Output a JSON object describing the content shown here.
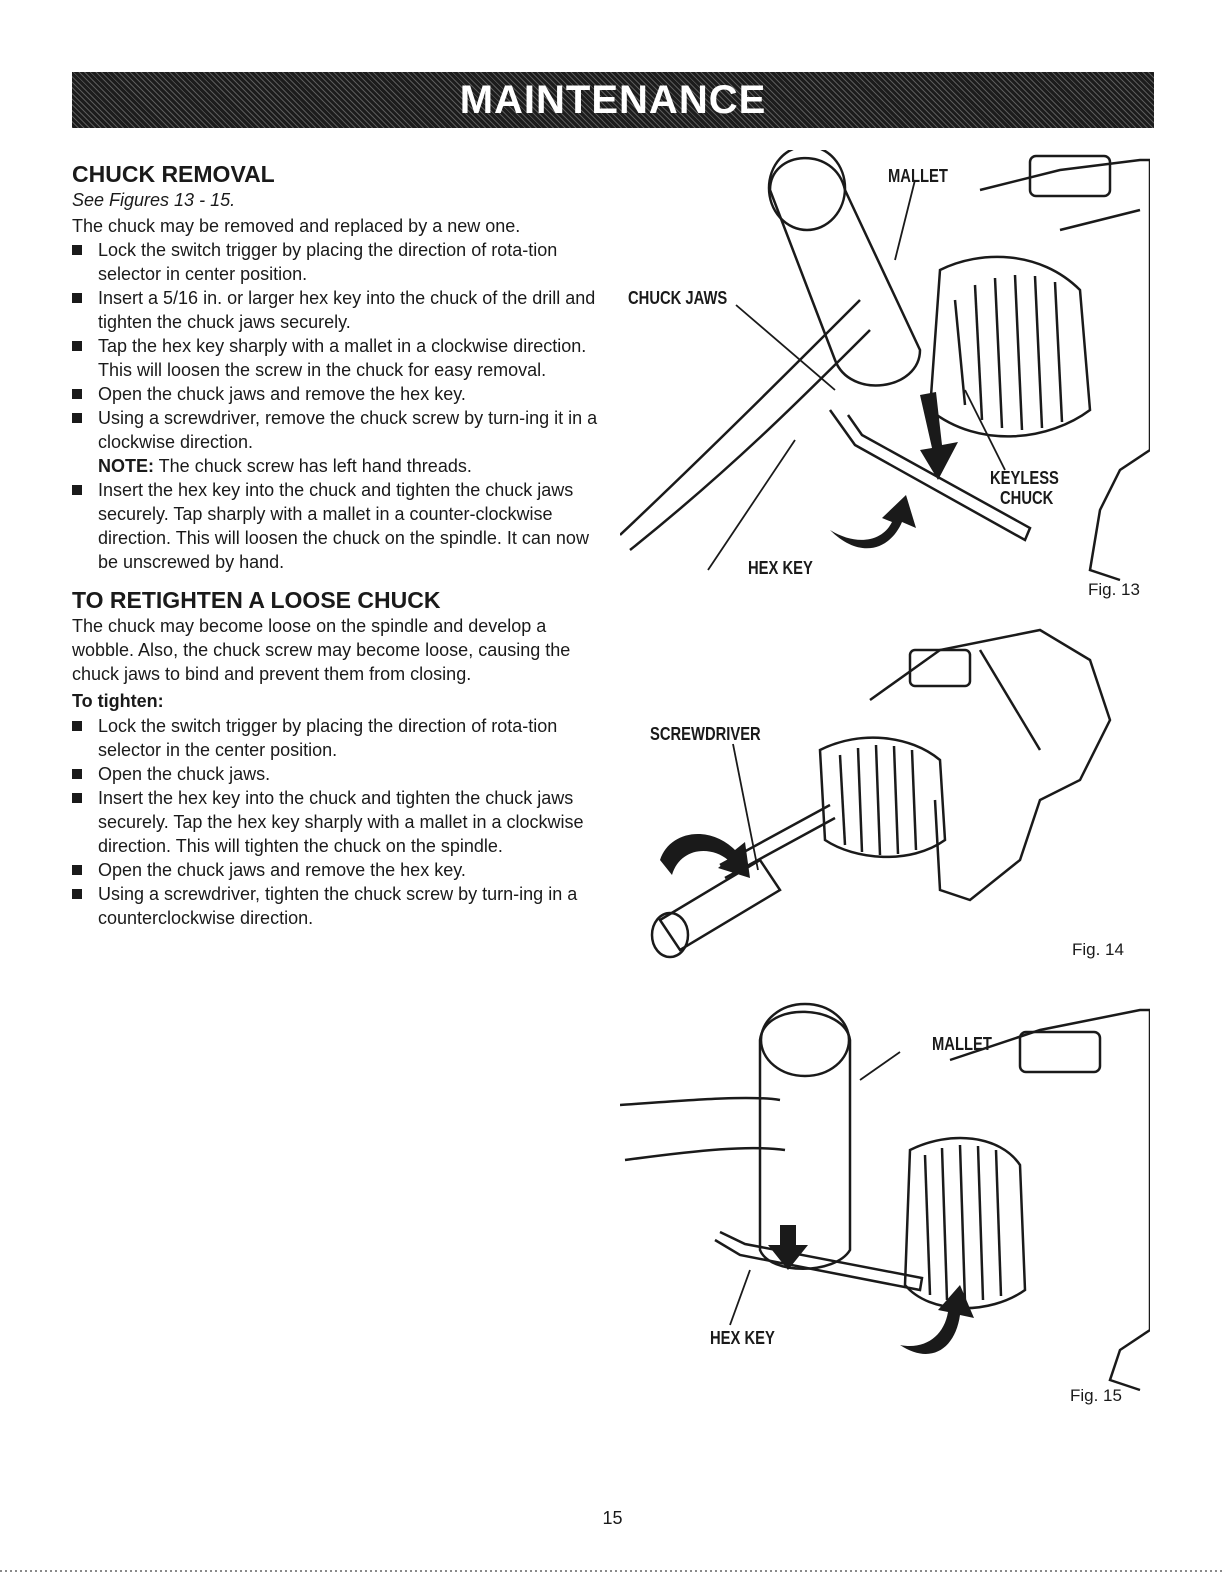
{
  "header": {
    "title": "MAINTENANCE"
  },
  "chuck_removal": {
    "title": "CHUCK REMOVAL",
    "subtitle": "See Figures 13 - 15.",
    "intro": "The chuck may be removed and replaced by a new one.",
    "steps": [
      "Lock the switch trigger by placing the direction of rota-tion selector in center position.",
      "Insert a 5/16 in. or larger hex key into the chuck of the drill and tighten the chuck jaws securely.",
      "Tap the hex key sharply with a mallet in a clockwise direction. This will loosen the screw in the chuck for easy removal.",
      "Open the chuck jaws and remove the hex key.",
      "Using a screwdriver, remove the chuck screw by turn-ing it in a clockwise direction."
    ],
    "note_label": "NOTE:",
    "note_text": " The chuck screw has left hand threads.",
    "final_step": "Insert the hex key into the chuck and tighten the chuck jaws securely. Tap sharply with a mallet in a counter-clockwise direction. This will loosen the chuck on the spindle. It can now be unscrewed by hand."
  },
  "retighten": {
    "title": "TO RETIGHTEN A LOOSE CHUCK",
    "intro": "The chuck may become loose on the spindle and develop a wobble. Also, the chuck screw may become loose, causing the chuck jaws to bind and prevent them from closing.",
    "to_tighten": "To tighten:",
    "steps": [
      "Lock the switch trigger by placing the direction of rota-tion selector in the center position.",
      "Open the chuck jaws.",
      "Insert the hex key into the chuck and tighten the chuck jaws securely. Tap the hex key sharply with a mallet in a clockwise direction. This will tighten the chuck on the spindle.",
      "Open the chuck jaws and remove the hex key.",
      "Using a screwdriver, tighten the chuck screw by turn-ing in a counterclockwise direction."
    ]
  },
  "figures": {
    "fig13": {
      "caption": "Fig. 13",
      "labels": {
        "mallet": "MALLET",
        "chuck_jaws": "CHUCK JAWS",
        "keyless1": "KEYLESS",
        "keyless2": "CHUCK",
        "hex_key": "HEX KEY"
      }
    },
    "fig14": {
      "caption": "Fig. 14",
      "labels": {
        "screwdriver": "SCREWDRIVER"
      }
    },
    "fig15": {
      "caption": "Fig. 15",
      "labels": {
        "mallet": "MALLET",
        "hex_key": "HEX KEY"
      }
    }
  },
  "footer": {
    "page_number": "15"
  }
}
